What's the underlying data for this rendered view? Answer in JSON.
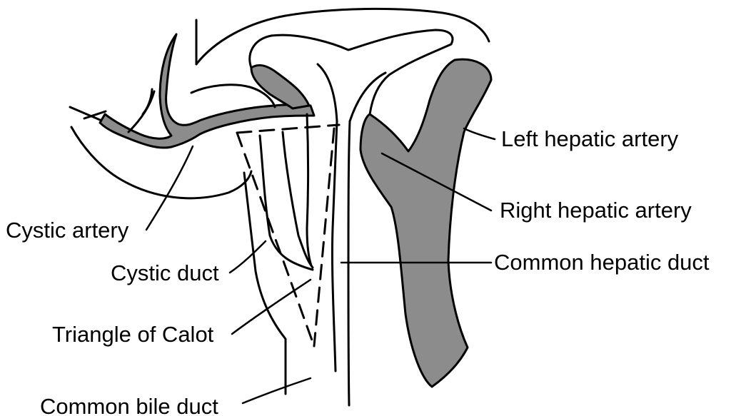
{
  "diagram": {
    "colors": {
      "background": "#ffffff",
      "stroke": "#000000",
      "artery_fill": "#8c8c8c"
    },
    "labels": {
      "cystic_artery": "Cystic artery",
      "cystic_duct": "Cystic duct",
      "triangle_of_calot": "Triangle of Calot",
      "common_bile_duct": "Common bile duct",
      "left_hepatic_artery": "Left hepatic artery",
      "right_hepatic_artery": "Right hepatic artery",
      "common_hepatic_duct": "Common hepatic duct"
    }
  }
}
